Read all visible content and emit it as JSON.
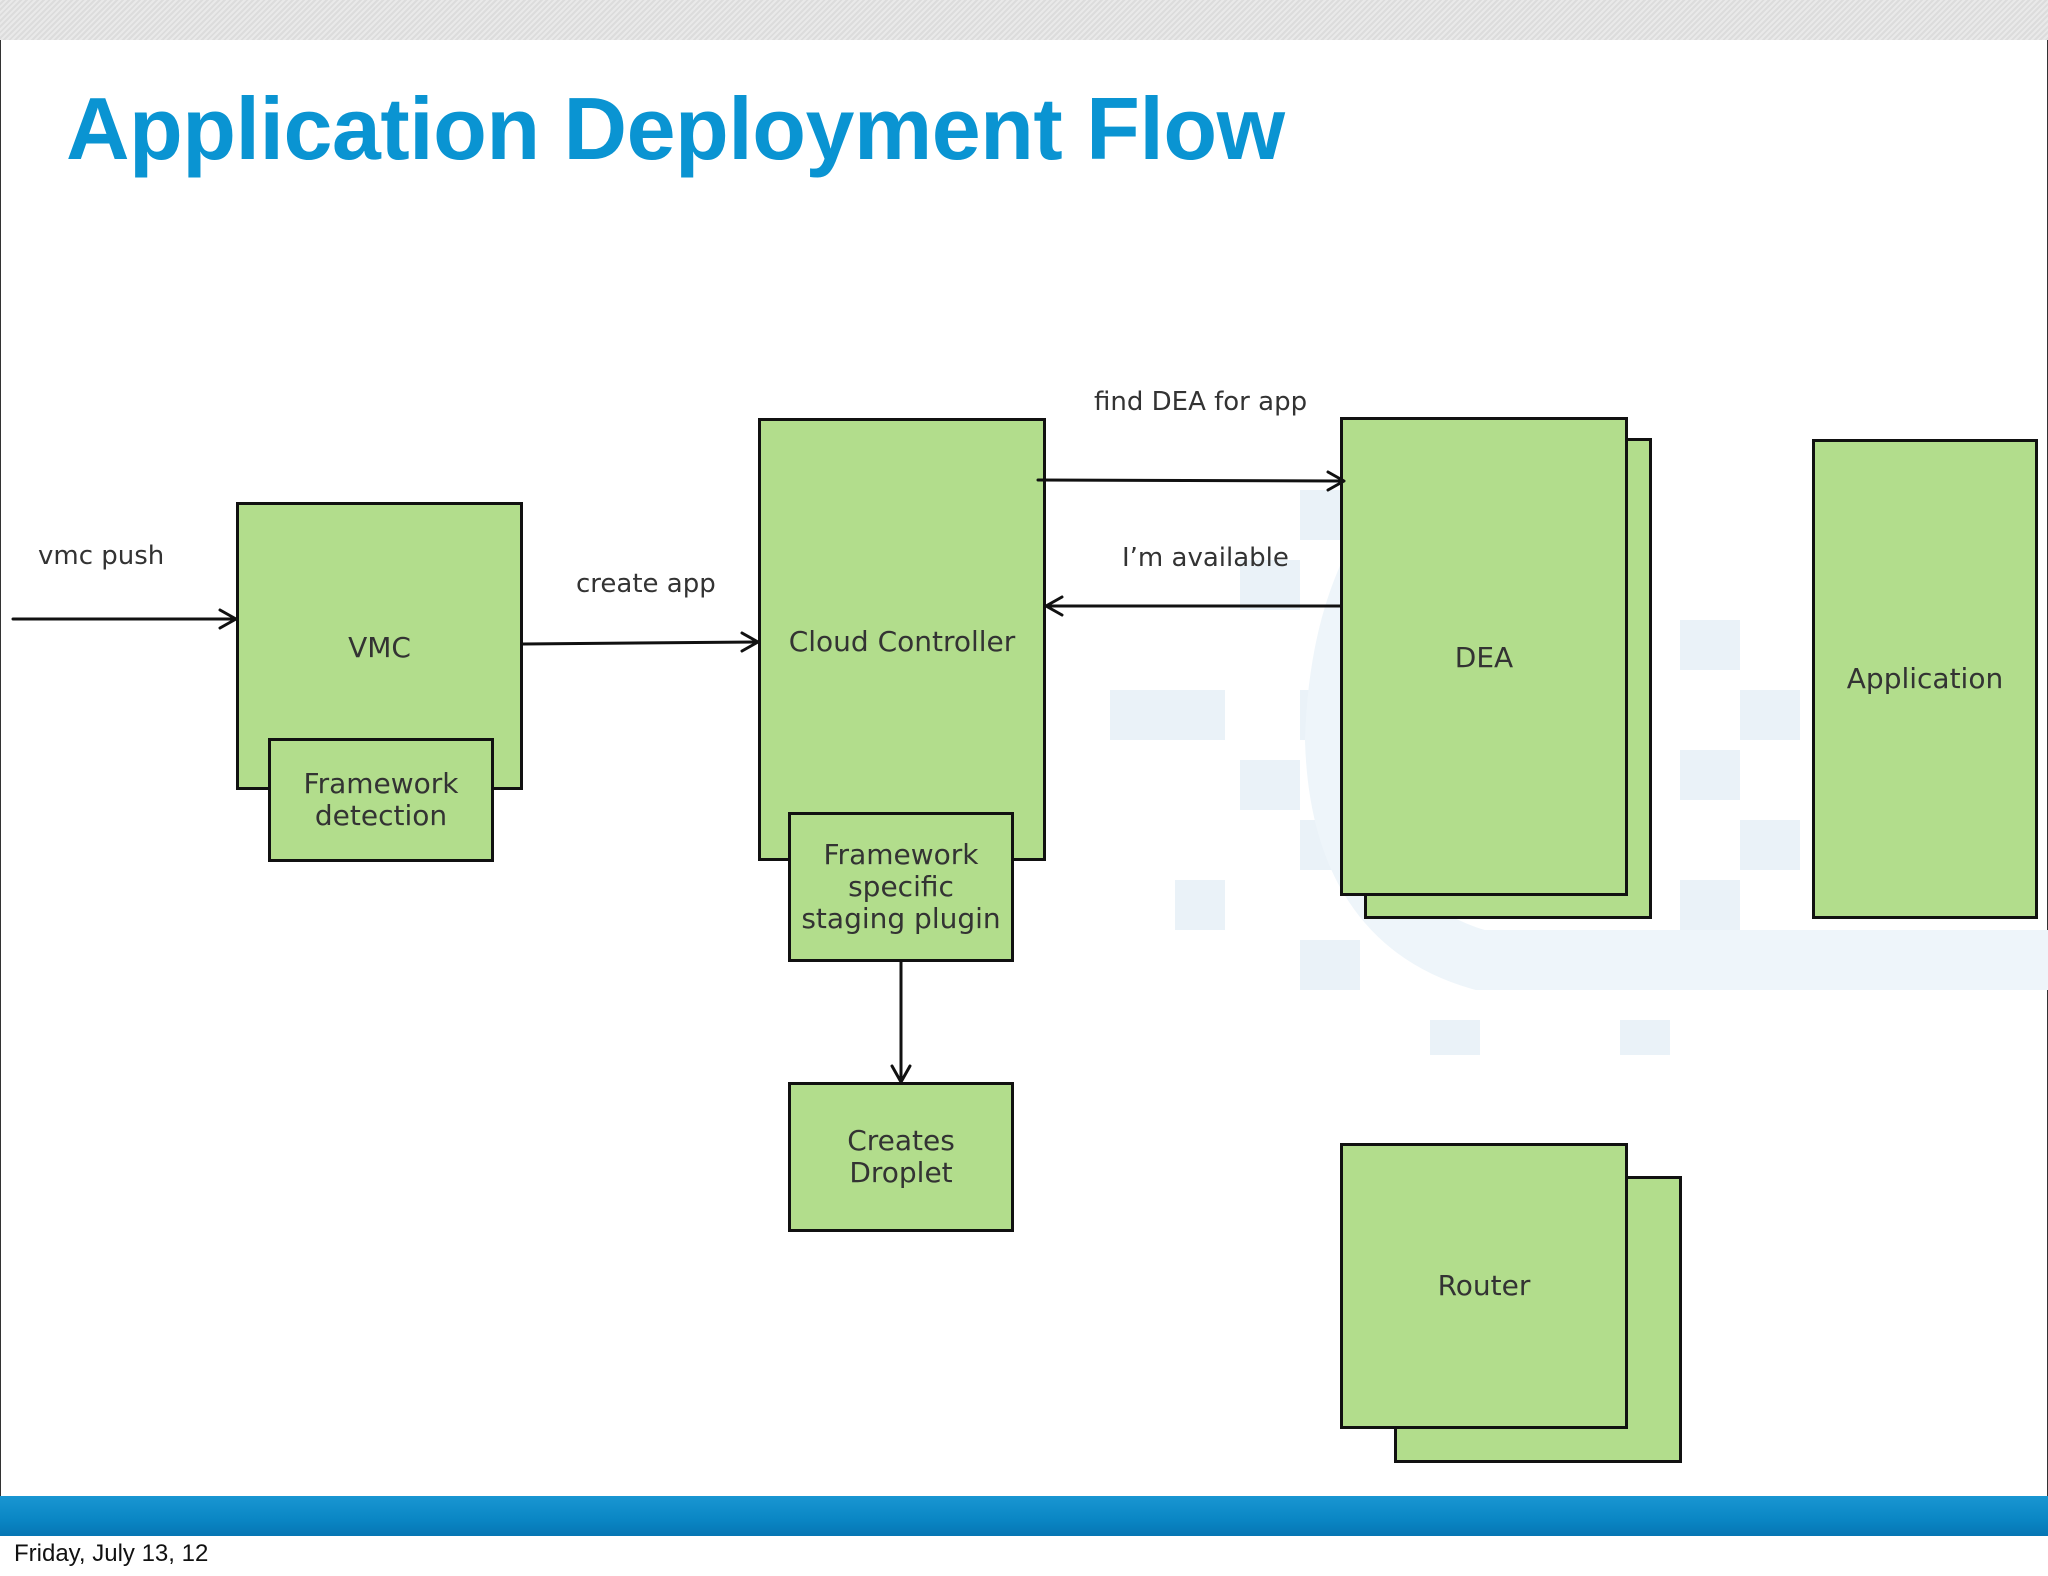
{
  "title": "Application Deployment Flow",
  "footer_date": "Friday, July 13, 12",
  "nodes": {
    "vmc": "VMC",
    "framework_detection": "Framework\ndetection",
    "cloud_controller": "Cloud Controller",
    "staging_plugin": "Framework\nspecific\nstaging plugin",
    "creates_droplet": "Creates\nDroplet",
    "dea": "DEA",
    "application": "Application",
    "router": "Router"
  },
  "edges": {
    "vmc_push": "vmc push",
    "create_app": "create app",
    "find_dea": "find DEA for app",
    "im_available": "I’m available"
  },
  "colors": {
    "title": "#0a94d2",
    "box_fill": "#b2dd8c",
    "box_border": "#111111",
    "bottom_bar": "#0a86c4"
  }
}
